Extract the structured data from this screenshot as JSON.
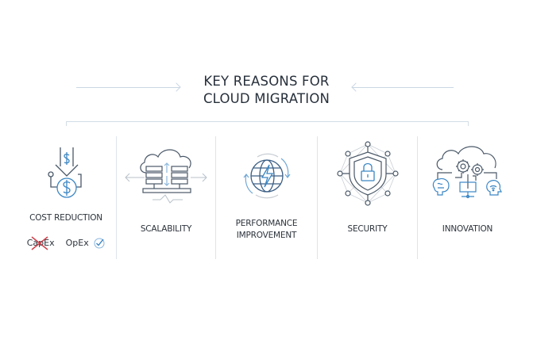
{
  "title": {
    "line1": "KEY REASONS FOR",
    "line2": "CLOUD MIGRATION"
  },
  "colors": {
    "text": "#27303b",
    "icon_dark": "#4a5868",
    "icon_blue": "#3b86c4",
    "connector": "#c9d6e3",
    "cross": "#d0404a"
  },
  "reasons": [
    {
      "label": "COST REDUCTION",
      "icon": "dollar-down-icon",
      "sub": {
        "crossed": "CapEx",
        "checked": "OpEx"
      }
    },
    {
      "label": "SCALABILITY",
      "icon": "cloud-servers-icon"
    },
    {
      "label_line1": "PERFORMANCE",
      "label_line2": "IMPROVEMENT",
      "icon": "globe-lightning-icon"
    },
    {
      "label": "SECURITY",
      "icon": "shield-lock-network-icon"
    },
    {
      "label": "INNOVATION",
      "icon": "cloud-gears-ai-icon"
    }
  ]
}
